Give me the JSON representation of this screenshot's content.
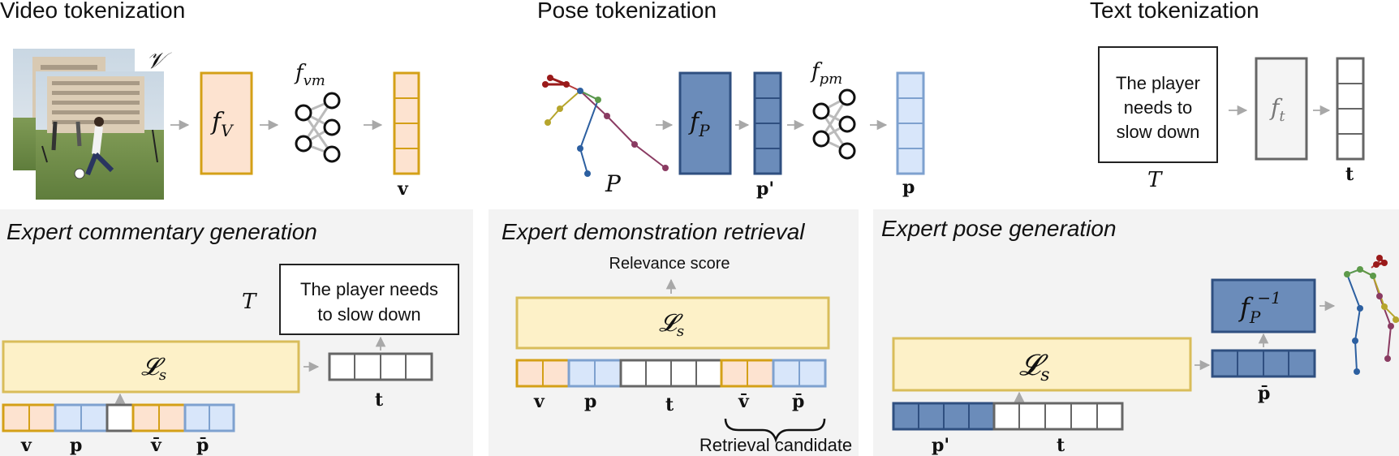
{
  "sections": {
    "video_tokenization": "Video tokenization",
    "pose_tokenization": "Pose tokenization",
    "text_tokenization": "Text tokenization",
    "commentary": "Expert commentary generation",
    "retrieval": "Expert demonstration retrieval",
    "pose_generation": "Expert pose generation"
  },
  "video": {
    "video_symbol": "𝒱",
    "encoder_label": "f",
    "encoder_sub": "V",
    "mapper_label": "f",
    "mapper_sub": "vm",
    "token_label": "v"
  },
  "pose": {
    "pose_symbol": "P",
    "encoder_label": "f",
    "encoder_sub": "P",
    "token_label": "p'",
    "mapper_label": "f",
    "mapper_sub": "pm",
    "mapped_label": "p"
  },
  "text": {
    "input_line1": "The player",
    "input_line2": "needs to",
    "input_line3": "slow down",
    "text_symbol": "T",
    "encoder_label": "f",
    "encoder_sub": "t",
    "token_label": "t"
  },
  "commentary": {
    "output_symbol": "T",
    "output_line1": "The player needs",
    "output_line2": "to slow down",
    "llm_label": "𝓛",
    "llm_sub": "s",
    "out_token_label": "t",
    "in_label_v": "v",
    "in_label_p": "p",
    "in_label_vbar": "v̄",
    "in_label_pbar": "p̄"
  },
  "retrieval": {
    "score_label": "Relevance score",
    "llm_label": "𝓛",
    "llm_sub": "s",
    "label_v": "v",
    "label_p": "p",
    "label_t": "t",
    "label_vbar": "v̄",
    "label_pbar": "p̄",
    "candidate_label": "Retrieval candidate"
  },
  "pose_generation": {
    "llm_label": "𝓛",
    "llm_sub": "s",
    "decoder_label": "f",
    "decoder_sub": "P",
    "decoder_sup": "−1",
    "out_token_label": "p̄",
    "in_label_pprime": "p'",
    "in_label_t": "t"
  },
  "colors": {
    "video_fill": "#fde3d0",
    "video_stroke": "#d4a017",
    "pose_fill": "#6b8cba",
    "pose_stroke": "#2f4f80",
    "pose_mapped_fill": "#d8e6fa",
    "pose_mapped_stroke": "#7ea1cf",
    "text_fill": "#f4f4f4",
    "text_stroke": "#666666",
    "llm_fill": "#fdf1c8",
    "llm_stroke": "#d9bd5a",
    "panel_fill": "#f3f3f3"
  }
}
